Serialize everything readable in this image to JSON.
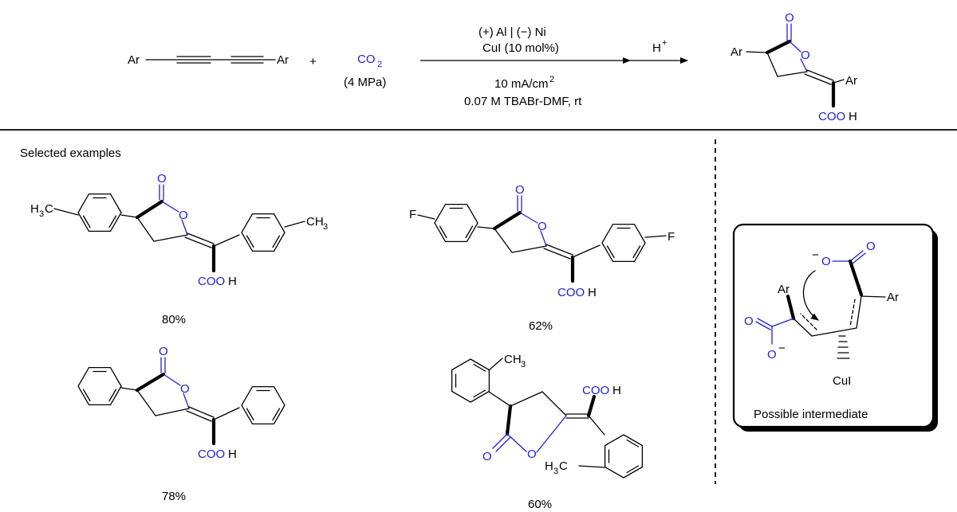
{
  "reaction": {
    "reactant_ar_left": "Ar",
    "reactant_ar_right": "Ar",
    "plus": "+",
    "co2_main": "CO",
    "co2_sub": "2",
    "co2_pressure": "(4 MPa)",
    "condition_electrodes": "(+) Al | (−) Ni",
    "condition_catalyst": "CuI (10 mol%)",
    "condition_current_main": "10 mA/cm",
    "condition_current_sup": "2",
    "condition_electrolyte": "0.07 M TBABr-DMF, rt",
    "acid_main": "H",
    "acid_sup": "+",
    "product_ar_top": "Ar",
    "product_ar_right": "Ar",
    "product_o_carbonyl": "O",
    "product_o_ring": "O",
    "product_cooh_blue": "COO",
    "product_cooh_h": "H"
  },
  "examples": {
    "heading": "Selected examples",
    "ex1": {
      "yield": "80%",
      "substituent_left": "H",
      "substituent_left_sub": "3",
      "substituent_left_c": "C",
      "substituent_right": "CH",
      "substituent_right_sub": "3"
    },
    "ex2": {
      "yield": "62%",
      "substituent_left": "F",
      "substituent_right": "F"
    },
    "ex3": {
      "yield": "78%"
    },
    "ex4": {
      "yield": "60%",
      "top_methyl": "CH",
      "top_methyl_sub": "3",
      "bottom_methyl_h": "H",
      "bottom_methyl_sub": "3",
      "bottom_methyl_c": "C"
    },
    "o_label": "O",
    "cooh_blue": "COO",
    "cooh_h": "H"
  },
  "intermediate": {
    "caption": "Possible intermediate",
    "minus": "−",
    "o": "O",
    "ar": "Ar",
    "cui": "CuI"
  }
}
